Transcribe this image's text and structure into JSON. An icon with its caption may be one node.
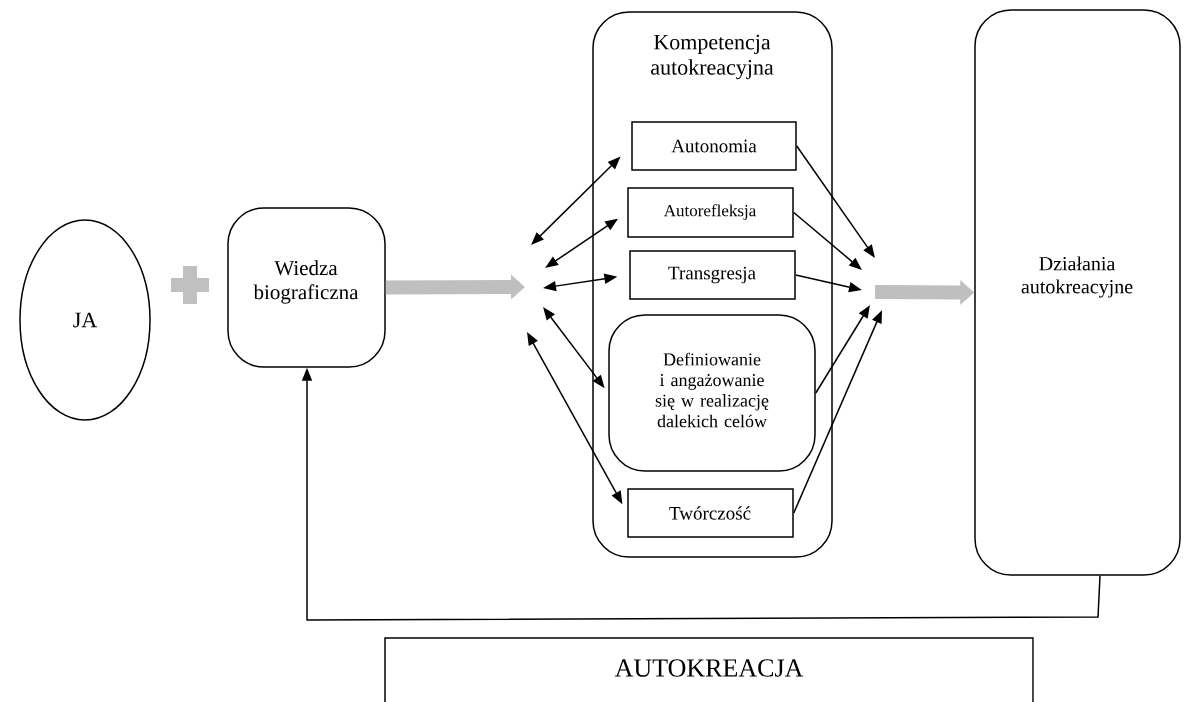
{
  "diagram": {
    "nodes": [
      {
        "text": [
          "JA"
        ]
      },
      {
        "text": [
          "Wiedza biograficzna"
        ]
      },
      {
        "text": [
          "Kompetencja autokreacyjna"
        ]
      },
      {
        "text": [
          "Autonomia"
        ],
        "in": 2
      },
      {
        "text": [
          "Autorefleksja"
        ],
        "in": 2
      },
      {
        "text": [
          "Transgresja"
        ],
        "in": 2
      },
      {
        "text": [
          "Definiowanie i angażowanie się w realizację dalekich celów"
        ],
        "in": 2
      },
      {
        "text": [
          "Twórczość"
        ],
        "in": 2
      },
      {
        "text": [
          "Działania autokreacyjne"
        ]
      },
      {
        "text": [
          "AUTOKREACJA"
        ]
      }
    ],
    "edges": [
      {
        "from": null,
        "to": 3,
        "arrow": "both"
      },
      {
        "from": null,
        "to": 4,
        "arrow": "both"
      },
      {
        "from": null,
        "to": 5,
        "arrow": "both"
      },
      {
        "from": null,
        "to": 6,
        "arrow": "both"
      },
      {
        "from": null,
        "to": 7,
        "arrow": "both"
      },
      {
        "from": 3,
        "to": null,
        "arrow": "to"
      },
      {
        "from": 4,
        "to": null,
        "arrow": "to"
      },
      {
        "from": 5,
        "to": null,
        "arrow": "to"
      },
      {
        "from": 6,
        "to": null,
        "arrow": "to"
      },
      {
        "from": 7,
        "to": null,
        "arrow": "to"
      },
      {
        "from": 1,
        "to": null,
        "arrow": "to",
        "style": "thick",
        "color": "#bfbfbf"
      },
      {
        "from": null,
        "to": 8,
        "arrow": "to",
        "style": "thick",
        "color": "#bfbfbf"
      },
      {
        "from": 8,
        "to": 1,
        "arrow": "to"
      }
    ]
  }
}
